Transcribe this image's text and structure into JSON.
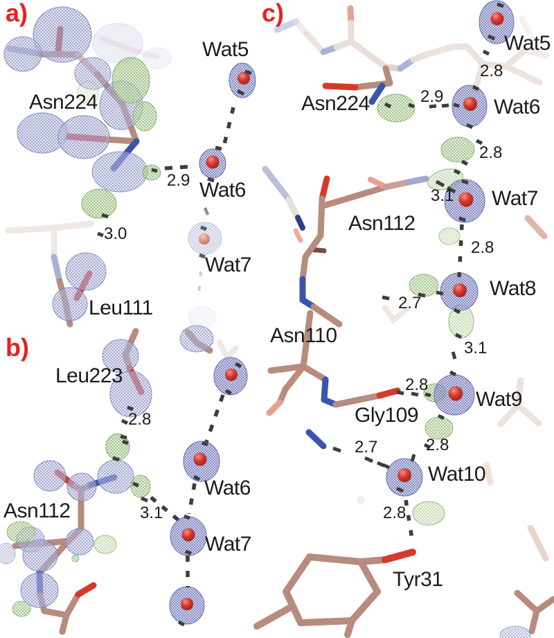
{
  "figure": {
    "description_colors": {
      "panel_letter_red": "#e8211d",
      "annotation_text": "#1b1b1b",
      "blue_density_mesh": "#7e84c0",
      "green_difference_mesh": "#7dae5f",
      "carbon_stick_tan": "#b78b7d",
      "carbon_stick_pale": "#ece3de",
      "oxygen_red": "#d6392b",
      "nitrogen_blue": "#3a55b0",
      "water_sphere_red": "#cf2f27",
      "hbond_dash_gray": "#3d3d3d"
    },
    "panels": [
      {
        "id": "a",
        "label": "a)",
        "annotations": [
          {
            "text": "Asn224",
            "type": "residue"
          },
          {
            "text": "Wat5",
            "type": "water"
          },
          {
            "text": "2.9",
            "type": "distance"
          },
          {
            "text": "Wat6",
            "type": "water"
          },
          {
            "text": "3.0",
            "type": "distance"
          },
          {
            "text": "Wat7",
            "type": "water"
          },
          {
            "text": "Leu111",
            "type": "residue"
          }
        ]
      },
      {
        "id": "b",
        "label": "b)",
        "annotations": [
          {
            "text": "Leu223",
            "type": "residue"
          },
          {
            "text": "2.8",
            "type": "distance"
          },
          {
            "text": "Wat6",
            "type": "water"
          },
          {
            "text": "Asn112",
            "type": "residue"
          },
          {
            "text": "3.1",
            "type": "distance"
          },
          {
            "text": "Wat7",
            "type": "water"
          }
        ]
      },
      {
        "id": "c",
        "label": "c)",
        "annotations": [
          {
            "text": "Wat5",
            "type": "water"
          },
          {
            "text": "2.8",
            "type": "distance"
          },
          {
            "text": "2.9",
            "type": "distance"
          },
          {
            "text": "Asn224",
            "type": "residue"
          },
          {
            "text": "Wat6",
            "type": "water"
          },
          {
            "text": "2.8",
            "type": "distance"
          },
          {
            "text": "3.1",
            "type": "distance"
          },
          {
            "text": "Wat7",
            "type": "water"
          },
          {
            "text": "Asn112",
            "type": "residue"
          },
          {
            "text": "2.8",
            "type": "distance"
          },
          {
            "text": "Wat8",
            "type": "water"
          },
          {
            "text": "2.7",
            "type": "distance"
          },
          {
            "text": "Asn110",
            "type": "residue"
          },
          {
            "text": "3.1",
            "type": "distance"
          },
          {
            "text": "2.8",
            "type": "distance"
          },
          {
            "text": "Wat9",
            "type": "water"
          },
          {
            "text": "Gly109",
            "type": "residue"
          },
          {
            "text": "2.7",
            "type": "distance"
          },
          {
            "text": "2.8",
            "type": "distance"
          },
          {
            "text": "Wat10",
            "type": "water"
          },
          {
            "text": "2.8",
            "type": "distance"
          },
          {
            "text": "Tyr31",
            "type": "residue"
          }
        ]
      }
    ]
  }
}
